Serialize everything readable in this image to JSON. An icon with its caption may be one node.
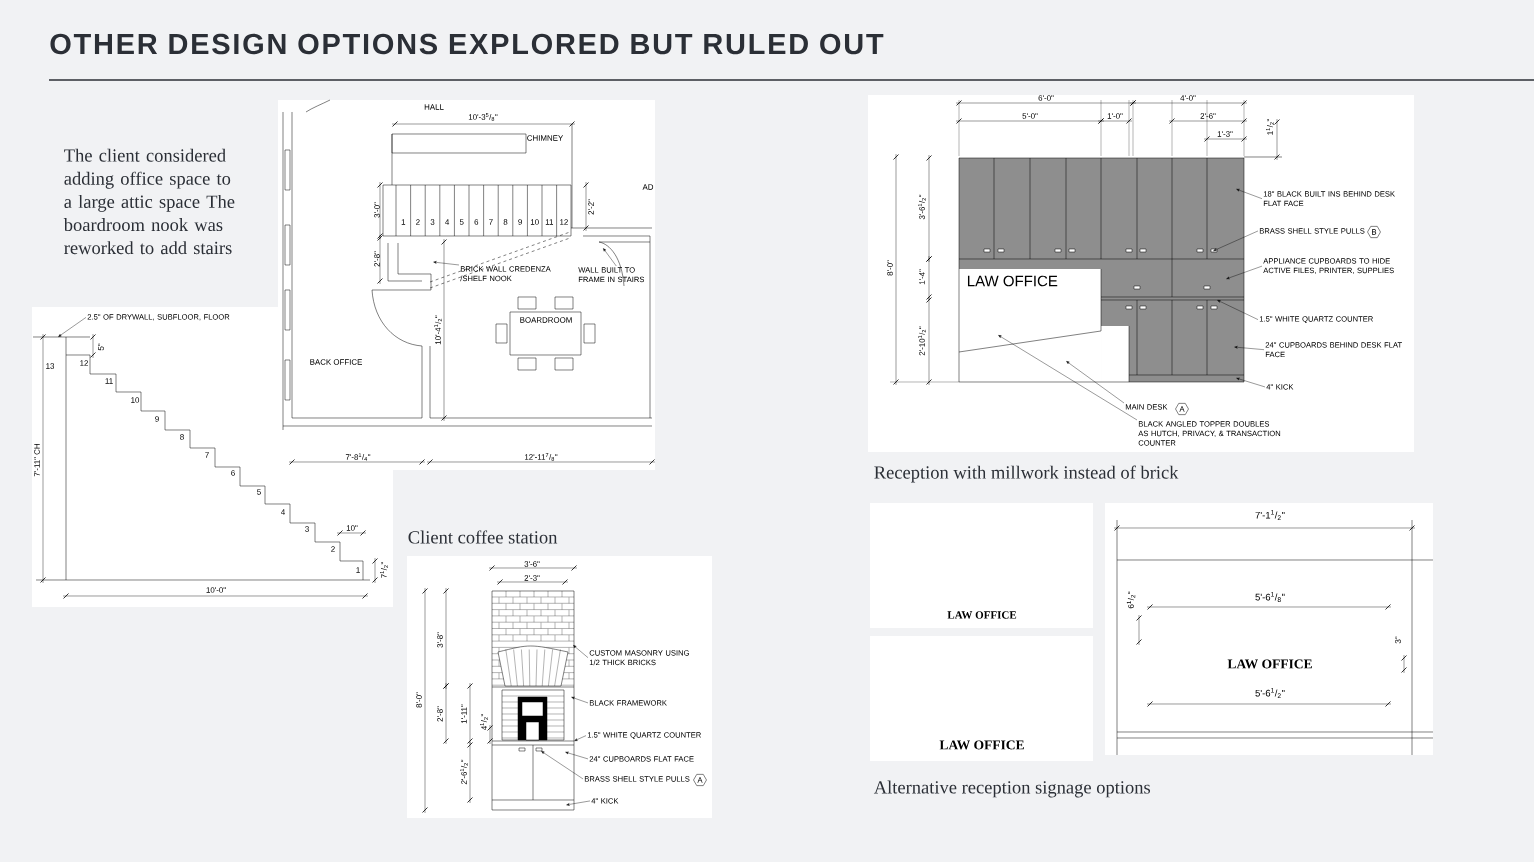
{
  "diagram": {
    "title": "OTHER DESIGN OPTIONS EXPLORED BUT RULED OUT",
    "nodes": [
      {
        "text": [
          "BRICK WALL CREDENZA /SHELF NOOK"
        ]
      },
      {
        "text": [
          "WALL BUILT TO FRAME IN STAIRS"
        ]
      },
      {
        "text": [
          "2.5\" OF DRYWALL, SUBFLOOR, FLOOR"
        ]
      },
      {
        "text": [
          "18\" BLACK BUILT INS BEHIND DESK FLAT FACE"
        ]
      },
      {
        "text": [
          "BRASS SHELL STYLE PULLS"
        ],
        "beside": [
          "B"
        ]
      },
      {
        "text": [
          "APPLIANCE CUPBOARDS TO HIDE ACTIVE FILES, PRINTER, SUPPLIES"
        ]
      },
      {
        "text": [
          "1.5\" WHITE QUARTZ COUNTER"
        ]
      },
      {
        "text": [
          "24\" CUPBOARDS BEHIND DESK FLAT FACE"
        ]
      },
      {
        "text": [
          "4\" KICK"
        ]
      },
      {
        "text": [
          "MAIN DESK"
        ],
        "beside": [
          "A"
        ]
      },
      {
        "text": [
          "BLACK ANGLED TOPPER DOUBLES AS HUTCH, PRIVACY, & TRANSACTION COUNTER"
        ]
      },
      {
        "text": [
          "CUSTOM MASONRY USING 1/2 THICK BRICKS"
        ]
      },
      {
        "text": [
          "BLACK FRAMEWORK"
        ]
      },
      {
        "text": [
          "1.5\" WHITE QUARTZ COUNTER"
        ]
      },
      {
        "text": [
          "24\" CUPBOARDS FLAT FACE"
        ]
      },
      {
        "text": [
          "BRASS SHELL STYLE PULLS"
        ],
        "beside": [
          "A"
        ]
      },
      {
        "text": [
          "4\" KICK"
        ]
      }
    ],
    "edges": [
      {
        "from": 0,
        "to": null,
        "arrow": "to"
      },
      {
        "from": 1,
        "to": null,
        "arrow": "to"
      },
      {
        "from": 2,
        "to": null,
        "arrow": "to"
      },
      {
        "from": 3,
        "to": null,
        "arrow": "to"
      },
      {
        "from": 4,
        "to": null,
        "arrow": "to"
      },
      {
        "from": 5,
        "to": null,
        "arrow": "to"
      },
      {
        "from": 6,
        "to": null,
        "arrow": "to"
      },
      {
        "from": 7,
        "to": null,
        "arrow": "to"
      },
      {
        "from": 8,
        "to": null,
        "arrow": "to"
      },
      {
        "from": 9,
        "to": null,
        "arrow": "to"
      },
      {
        "from": 10,
        "to": null,
        "arrow": "to"
      },
      {
        "from": 11,
        "to": null,
        "arrow": "to"
      },
      {
        "from": 12,
        "to": null,
        "arrow": "to"
      },
      {
        "from": 13,
        "to": null,
        "arrow": "to"
      },
      {
        "from": 14,
        "to": null,
        "arrow": "to"
      },
      {
        "from": 15,
        "to": null,
        "arrow": "to"
      },
      {
        "from": 16,
        "to": null,
        "arrow": "to"
      }
    ],
    "labels": [
      "The client considered adding office space to a large attic space The boardroom nook was reworked to add stairs",
      "HALL",
      "10'-3$^{5}$/$_{8}$\"",
      "CHIMNEY",
      "AD",
      "1",
      "2",
      "3",
      "4",
      "5",
      "6",
      "7",
      "8",
      "9",
      "10",
      "11",
      "12",
      "3'-0\"",
      "2'-2\"",
      "2'-8\"",
      "10'-4$^{1}$/$_{2}$\"",
      "BACK OFFICE",
      "BOARDROOM",
      "7'-8$^{1}$/$_{4}$\"",
      "12'-11$^{7}$/$_{8}$\"",
      "7'-11\" CH",
      "13",
      "12",
      "11",
      "10",
      "9",
      "8",
      "7",
      "6",
      "5",
      "4",
      "3",
      "2",
      "1",
      "5\"",
      "10\"",
      "7$^{1}$/$_{2}$\"",
      "10'-0\"",
      "Client coffee station",
      "6'-0\"",
      "4'-0\"",
      "5'-0\"",
      "1'-0\"",
      "2'-6\"",
      "1'-3\"",
      "1$^{1}$/$_{2}$\"",
      "8'-0\"",
      "3'-6$^{1}$/$_{2}$\"",
      "1'-4\"",
      "2'-10$^{1}$/$_{2}$\"",
      "LAW OFFICE",
      "Reception with millwork instead of brick",
      "3'-6\"",
      "2'-3\"",
      "8'-0\"",
      "3'-8\"",
      "2'-8\"",
      "1'-11\"",
      "4$^{1}$/$_{2}$\"",
      "2'-6$^{1}$/$_{2}$\"",
      "LAW OFFICE",
      "LAW OFFICE",
      "7'-1$^{1}$/$_{2}$\"",
      "6$^{1}$/$_{2}$\"",
      "5'-6$^{1}$/$_{8}$\"",
      "3\"",
      "LAW OFFICE",
      "5'-6$^{1}$/$_{2}$\"",
      "Alternative reception signage options"
    ]
  }
}
